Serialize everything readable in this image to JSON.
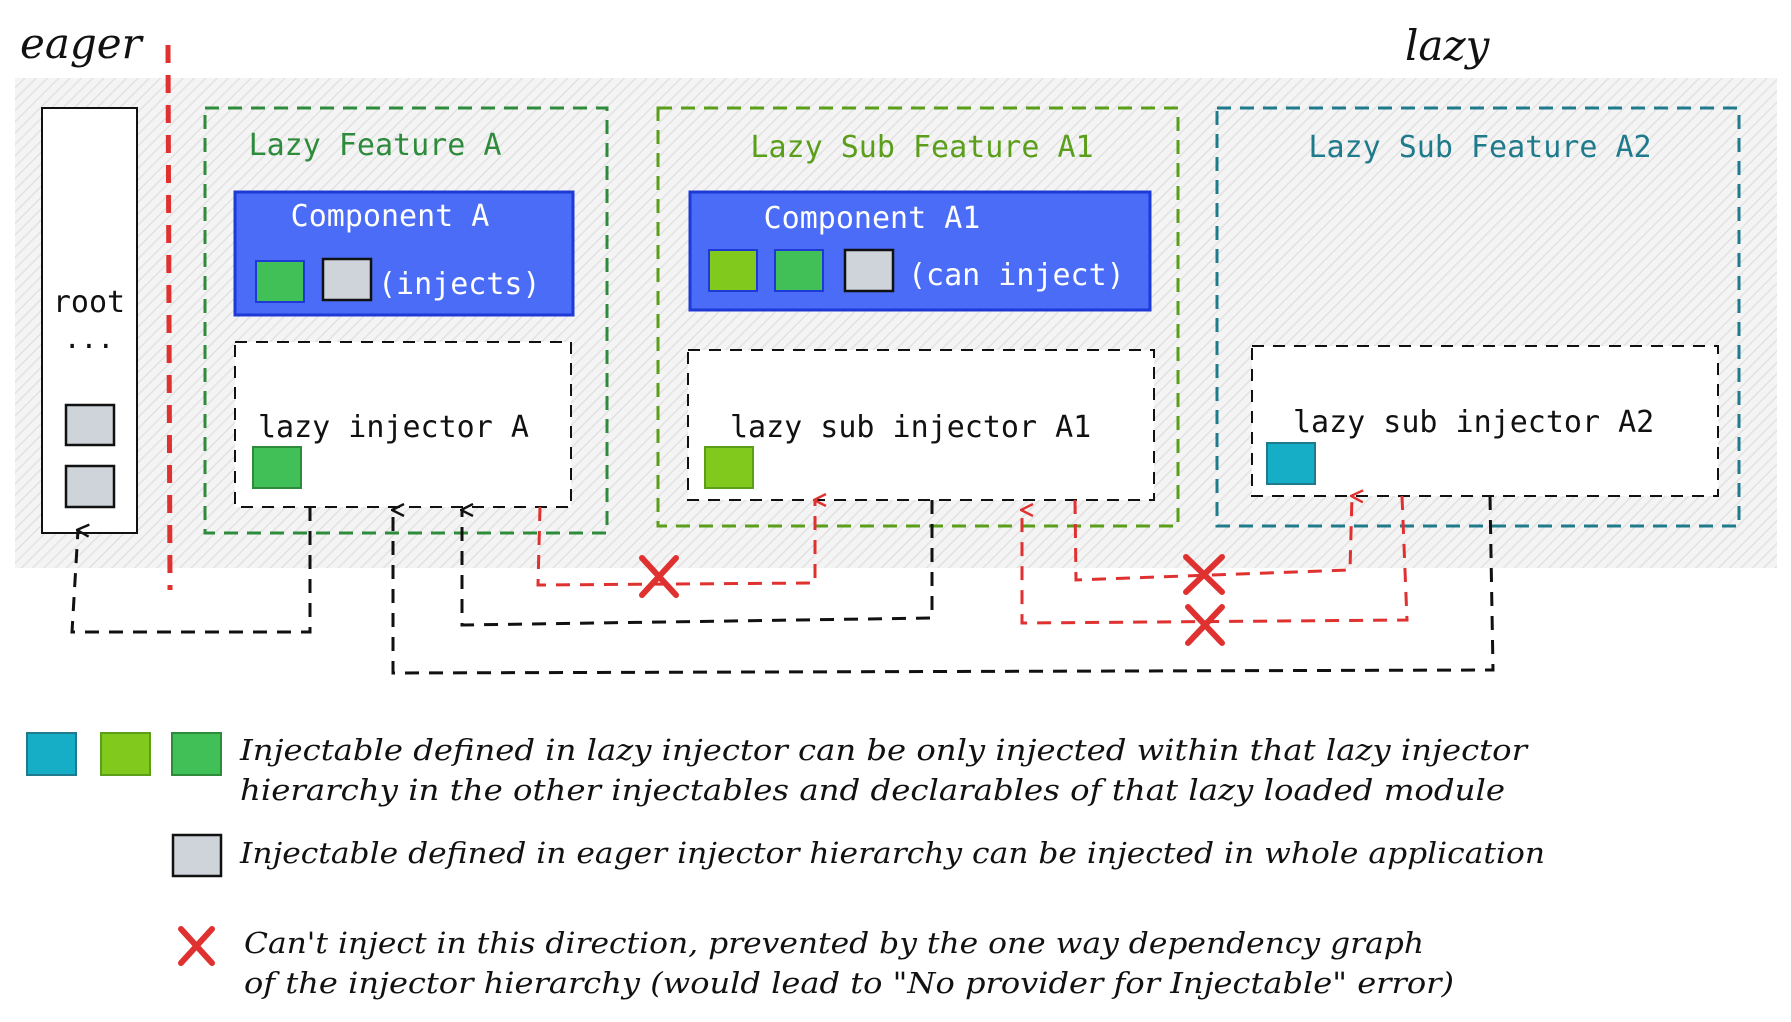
{
  "labels": {
    "eager": "eager",
    "lazy": "lazy",
    "root": "root",
    "root_ellipsis": "..."
  },
  "features": [
    {
      "title": "Lazy Feature A",
      "component": "Component A",
      "component_note": "(injects)",
      "injector": "lazy injector A",
      "color": "#2e8b3c"
    },
    {
      "title": "Lazy Sub Feature A1",
      "component": "Component A1",
      "component_note": "(can inject)",
      "injector": "lazy sub injector A1",
      "color": "#5a9e1a"
    },
    {
      "title": "Lazy Sub Feature A2",
      "injector": "lazy sub injector A2",
      "color": "#1f7a8c"
    }
  ],
  "legend": {
    "lazy_line1": "Injectable defined in lazy injector can be only injected within that lazy injector",
    "lazy_line2": "hierarchy in the other injectables and declarables of that lazy loaded module",
    "eager": "Injectable defined in eager injector hierarchy can be injected in whole application",
    "x_line1": "Can't inject in this direction, prevented by the one way dependency graph",
    "x_line2": "of the injector hierarchy (would lead to \"No provider for Injectable\" error)"
  },
  "colors": {
    "component_blue": "#4a6cf7",
    "teal": "#16aec6",
    "lime": "#82c91e",
    "green": "#40c057",
    "gray": "#ced4da",
    "red": "#e03131",
    "hatch": "#e5e5e5"
  }
}
